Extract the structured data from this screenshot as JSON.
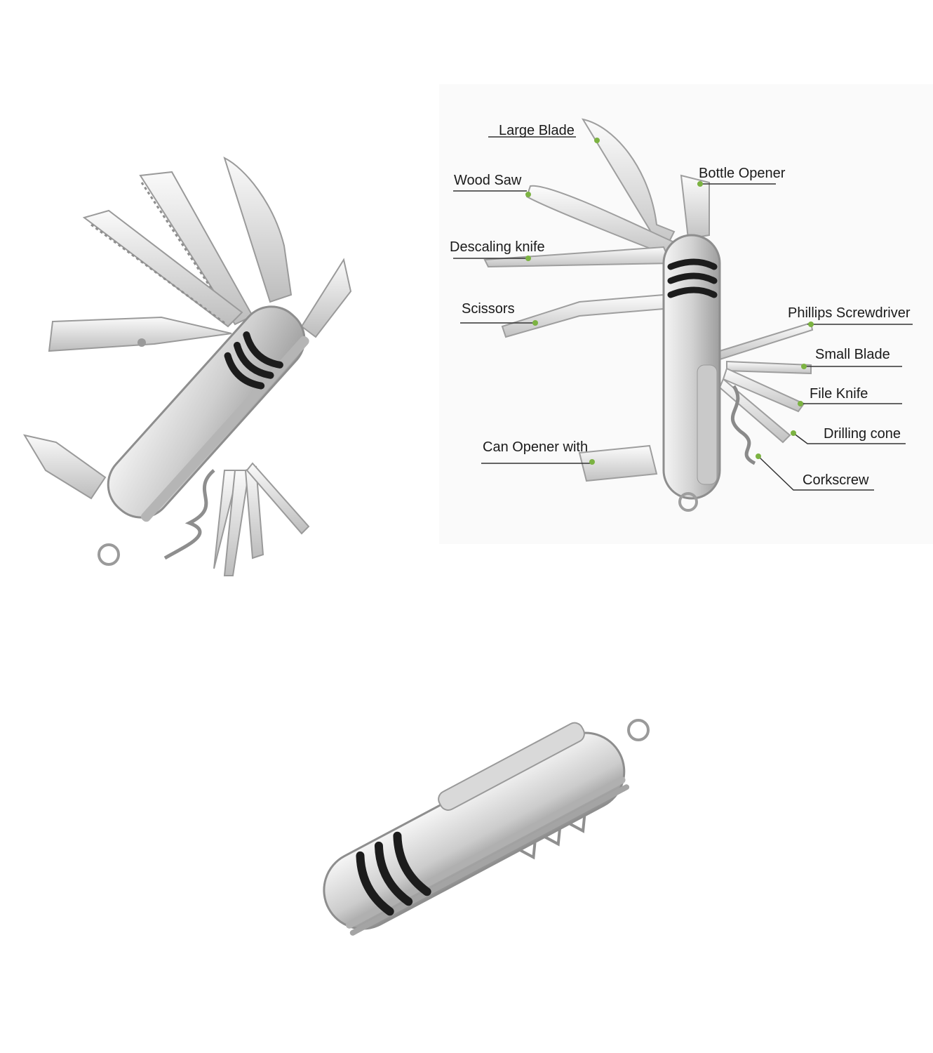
{
  "image": {
    "subject": "multi-function-pocket-knife",
    "colors": {
      "steel_light": "#eeeeee",
      "steel_mid": "#c8c8c8",
      "steel_dark": "#8e8e8e",
      "grip_stripe": "#1c1c1c",
      "leader_line": "#333333",
      "leader_dot": "#7cb342"
    }
  },
  "labeled_view": {
    "callouts": [
      {
        "id": "large-blade",
        "text": "Large Blade"
      },
      {
        "id": "bottle-opener",
        "text": "Bottle Opener"
      },
      {
        "id": "wood-saw",
        "text": "Wood Saw"
      },
      {
        "id": "descaling-knife",
        "text": "Descaling knife"
      },
      {
        "id": "scissors",
        "text": "Scissors"
      },
      {
        "id": "phillips-screwdriver",
        "text": "Phillips Screwdriver"
      },
      {
        "id": "small-blade",
        "text": "Small Blade"
      },
      {
        "id": "file-knife",
        "text": "File Knife"
      },
      {
        "id": "drilling-cone",
        "text": "Drilling cone"
      },
      {
        "id": "can-opener",
        "text": "Can Opener with"
      },
      {
        "id": "corkscrew",
        "text": "Corkscrew"
      }
    ]
  }
}
